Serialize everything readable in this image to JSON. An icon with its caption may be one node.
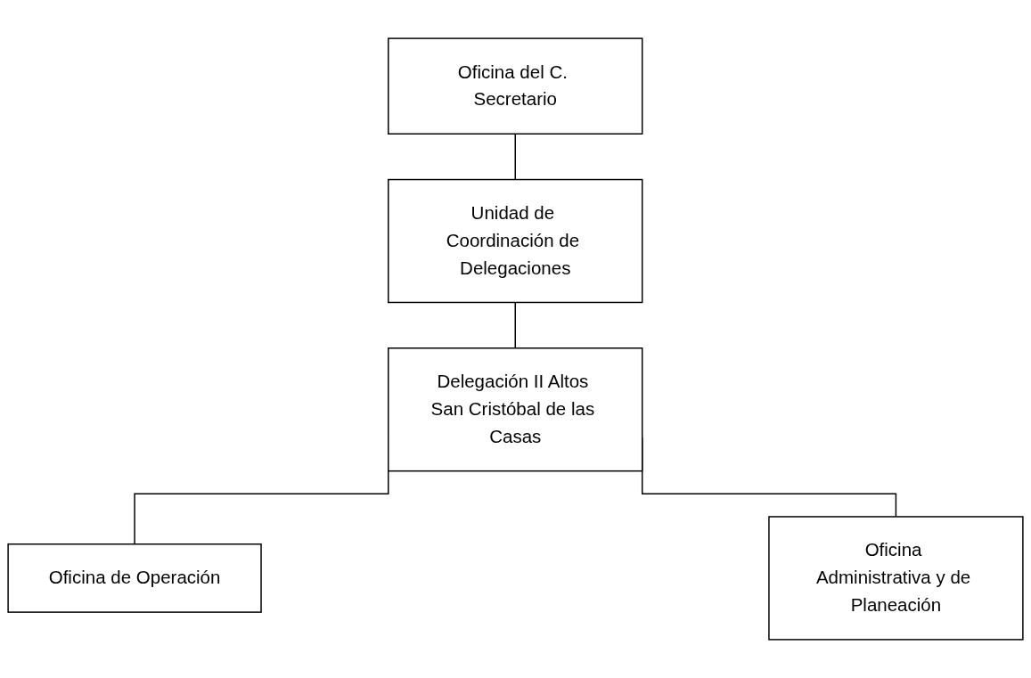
{
  "diagram": {
    "nodes": [
      {
        "text": [
          "Oficina del C. Secretario"
        ]
      },
      {
        "text": [
          "Unidad de Coordinación de Delegaciones"
        ]
      },
      {
        "text": [
          "Delegación II Altos San Cristóbal de las Casas"
        ]
      },
      {
        "text": [
          "Oficina de Operación"
        ]
      },
      {
        "text": [
          "Oficina Administrativa y de Planeación"
        ]
      }
    ],
    "edges": [
      {
        "from": 0,
        "to": 1,
        "arrow": "none"
      },
      {
        "from": 1,
        "to": 2,
        "arrow": "none"
      },
      {
        "from": 2,
        "to": 3,
        "arrow": "none"
      },
      {
        "from": 2,
        "to": 4,
        "arrow": "none"
      }
    ]
  }
}
